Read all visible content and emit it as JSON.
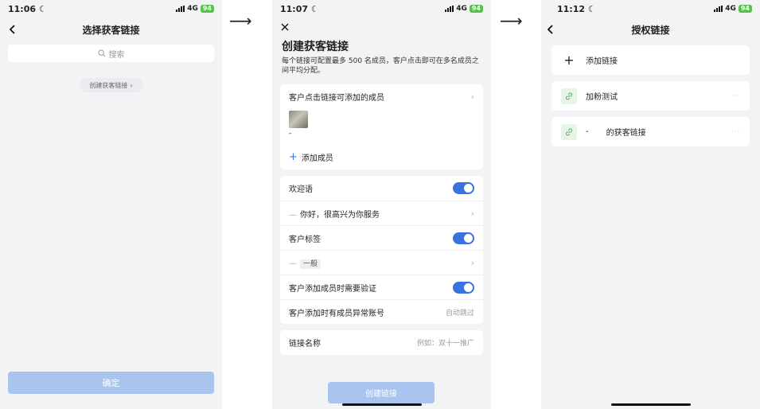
{
  "screen1": {
    "time": "11:06",
    "network": "4G",
    "battery": "94",
    "title": "选择获客链接",
    "search_placeholder": "搜索",
    "create_link": "创建获客链接",
    "confirm": "确定"
  },
  "arrow": "⟶",
  "screen2": {
    "time": "11:07",
    "network": "4G",
    "battery": "94",
    "title": "创建获客链接",
    "subtitle": "每个链接可配置最多 500 名成员，客户点击即可在多名成员之间平均分配。",
    "members_label": "客户点击链接可添加的成员",
    "member_name": "-",
    "add_member": "添加成员",
    "welcome_label": "欢迎语",
    "welcome_text": "你好，很高兴为你服务",
    "tag_label": "客户标签",
    "tag_value": "一般",
    "verify_label": "客户添加成员时需要验证",
    "abnormal_label": "客户添加时有成员异常账号",
    "abnormal_value": "自动跳过",
    "name_label": "链接名称",
    "name_placeholder": "例如：双十一推广",
    "create_button": "创建链接"
  },
  "screen3": {
    "time": "11:12",
    "network": "4G",
    "battery": "94",
    "title": "授权链接",
    "add_link": "添加链接",
    "items": [
      {
        "name": "加粉测试"
      },
      {
        "prefix": "-",
        "name": "的获客链接"
      }
    ]
  },
  "colors": {
    "accent": "#3a72e0",
    "disabled_button": "#a9c4ee",
    "link_icon": "#4caf50",
    "battery": "#55c24a"
  }
}
